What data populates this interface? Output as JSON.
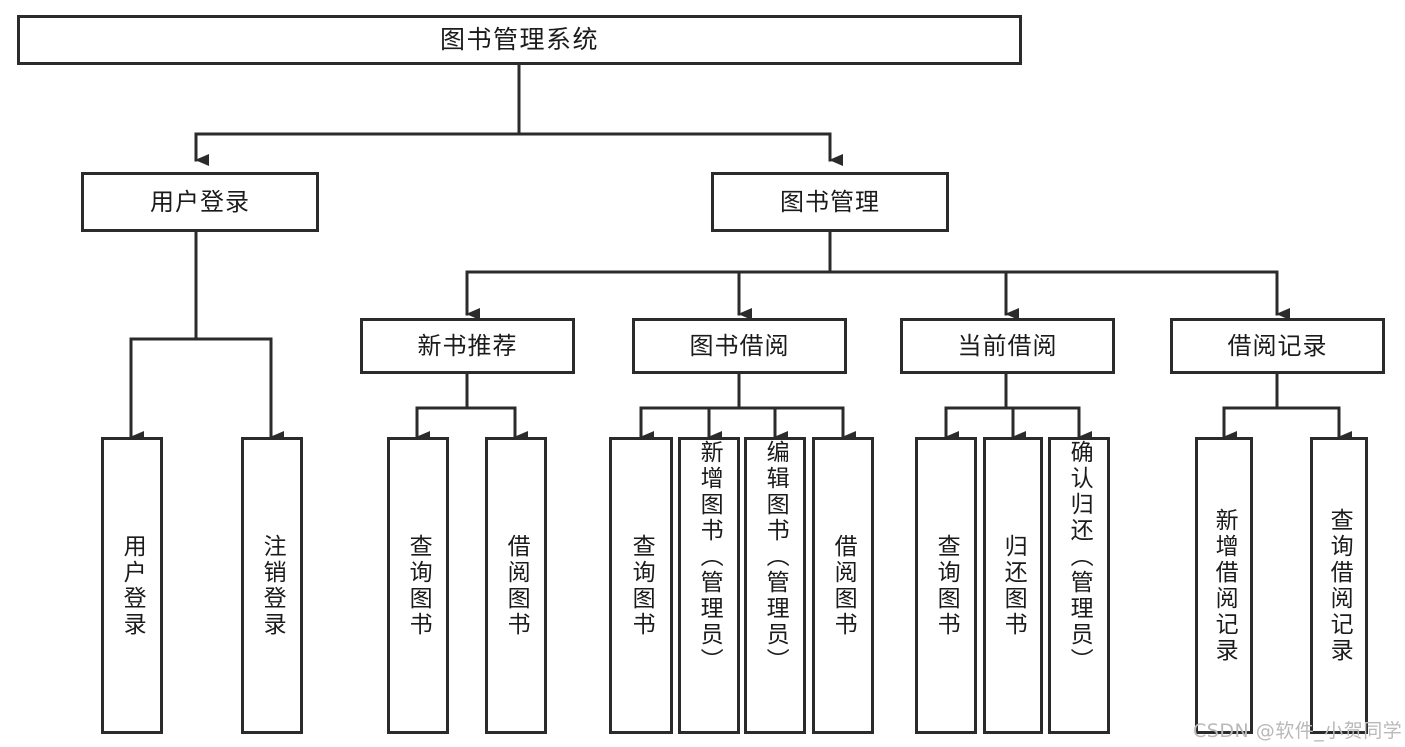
{
  "diagram": {
    "title": "图书管理系统",
    "type": "tree",
    "root": {
      "id": "root",
      "label": "图书管理系统"
    },
    "level2": [
      {
        "id": "user-login",
        "label": "用户登录"
      },
      {
        "id": "book-manage",
        "label": "图书管理"
      }
    ],
    "level3": [
      {
        "id": "new-book-rec",
        "label": "新书推荐",
        "parent": "book-manage"
      },
      {
        "id": "book-borrow",
        "label": "图书借阅",
        "parent": "book-manage"
      },
      {
        "id": "current-borrow",
        "label": "当前借阅",
        "parent": "book-manage"
      },
      {
        "id": "borrow-record",
        "label": "借阅记录",
        "parent": "book-manage"
      }
    ],
    "leaves": [
      {
        "id": "leaf-user-login",
        "label": "用户登录",
        "parent": "user-login"
      },
      {
        "id": "leaf-logout-login",
        "label": "注销登录",
        "parent": "user-login"
      },
      {
        "id": "leaf-query-book-1",
        "label": "查询图书",
        "parent": "new-book-rec"
      },
      {
        "id": "leaf-borrow-book-1",
        "label": "借阅图书",
        "parent": "new-book-rec"
      },
      {
        "id": "leaf-query-book-2",
        "label": "查询图书",
        "parent": "book-borrow"
      },
      {
        "id": "leaf-add-book",
        "label": "新增图书（管理员）",
        "parent": "book-borrow"
      },
      {
        "id": "leaf-edit-book",
        "label": "编辑图书（管理员）",
        "parent": "book-borrow"
      },
      {
        "id": "leaf-borrow-book-2",
        "label": "借阅图书",
        "parent": "book-borrow"
      },
      {
        "id": "leaf-query-book-3",
        "label": "查询图书",
        "parent": "current-borrow"
      },
      {
        "id": "leaf-return-book",
        "label": "归还图书",
        "parent": "current-borrow"
      },
      {
        "id": "leaf-confirm-return",
        "label": "确认归还（管理员）",
        "parent": "current-borrow"
      },
      {
        "id": "leaf-add-record",
        "label": "新增借阅记录",
        "parent": "borrow-record"
      },
      {
        "id": "leaf-query-record",
        "label": "查询借阅记录",
        "parent": "borrow-record"
      }
    ],
    "colors": {
      "stroke": "#2b2b2b",
      "fill": "#ffffff",
      "text": "#1b1b1b",
      "watermark": "#b9b9b9"
    }
  },
  "watermark": {
    "text": "CSDN @软件_小贺同学"
  }
}
